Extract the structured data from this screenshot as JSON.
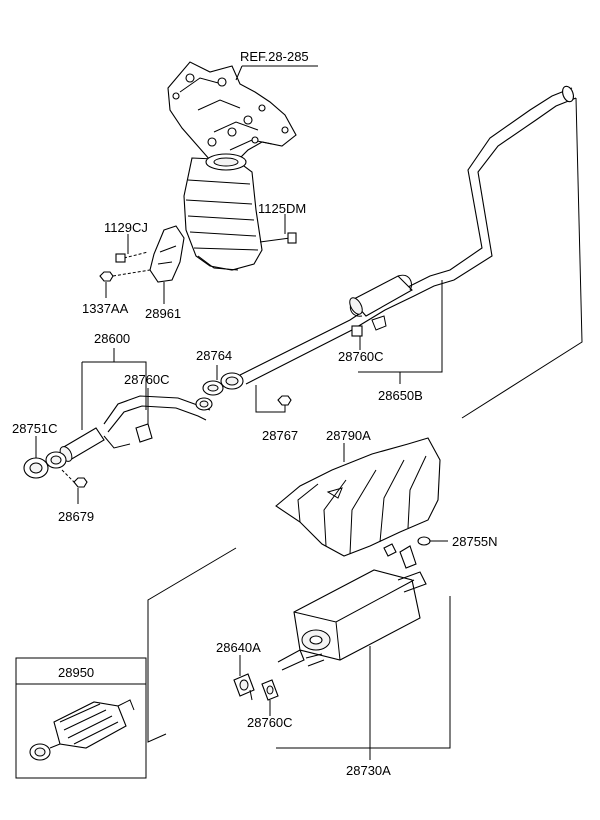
{
  "labels": {
    "ref": "REF.28-285",
    "p1125dm": "1125DM",
    "p1129cj": "1129CJ",
    "p1337aa": "1337AA",
    "p28961": "28961",
    "p28600": "28600",
    "p28764": "28764",
    "p28760c_top": "28760C",
    "p28760c_mid": "28760C",
    "p28760c_bot": "28760C",
    "p28650b": "28650B",
    "p28751c": "28751C",
    "p28767": "28767",
    "p28679": "28679",
    "p28790a": "28790A",
    "p28755n": "28755N",
    "p28640a": "28640A",
    "p28950": "28950",
    "p28730a": "28730A"
  }
}
